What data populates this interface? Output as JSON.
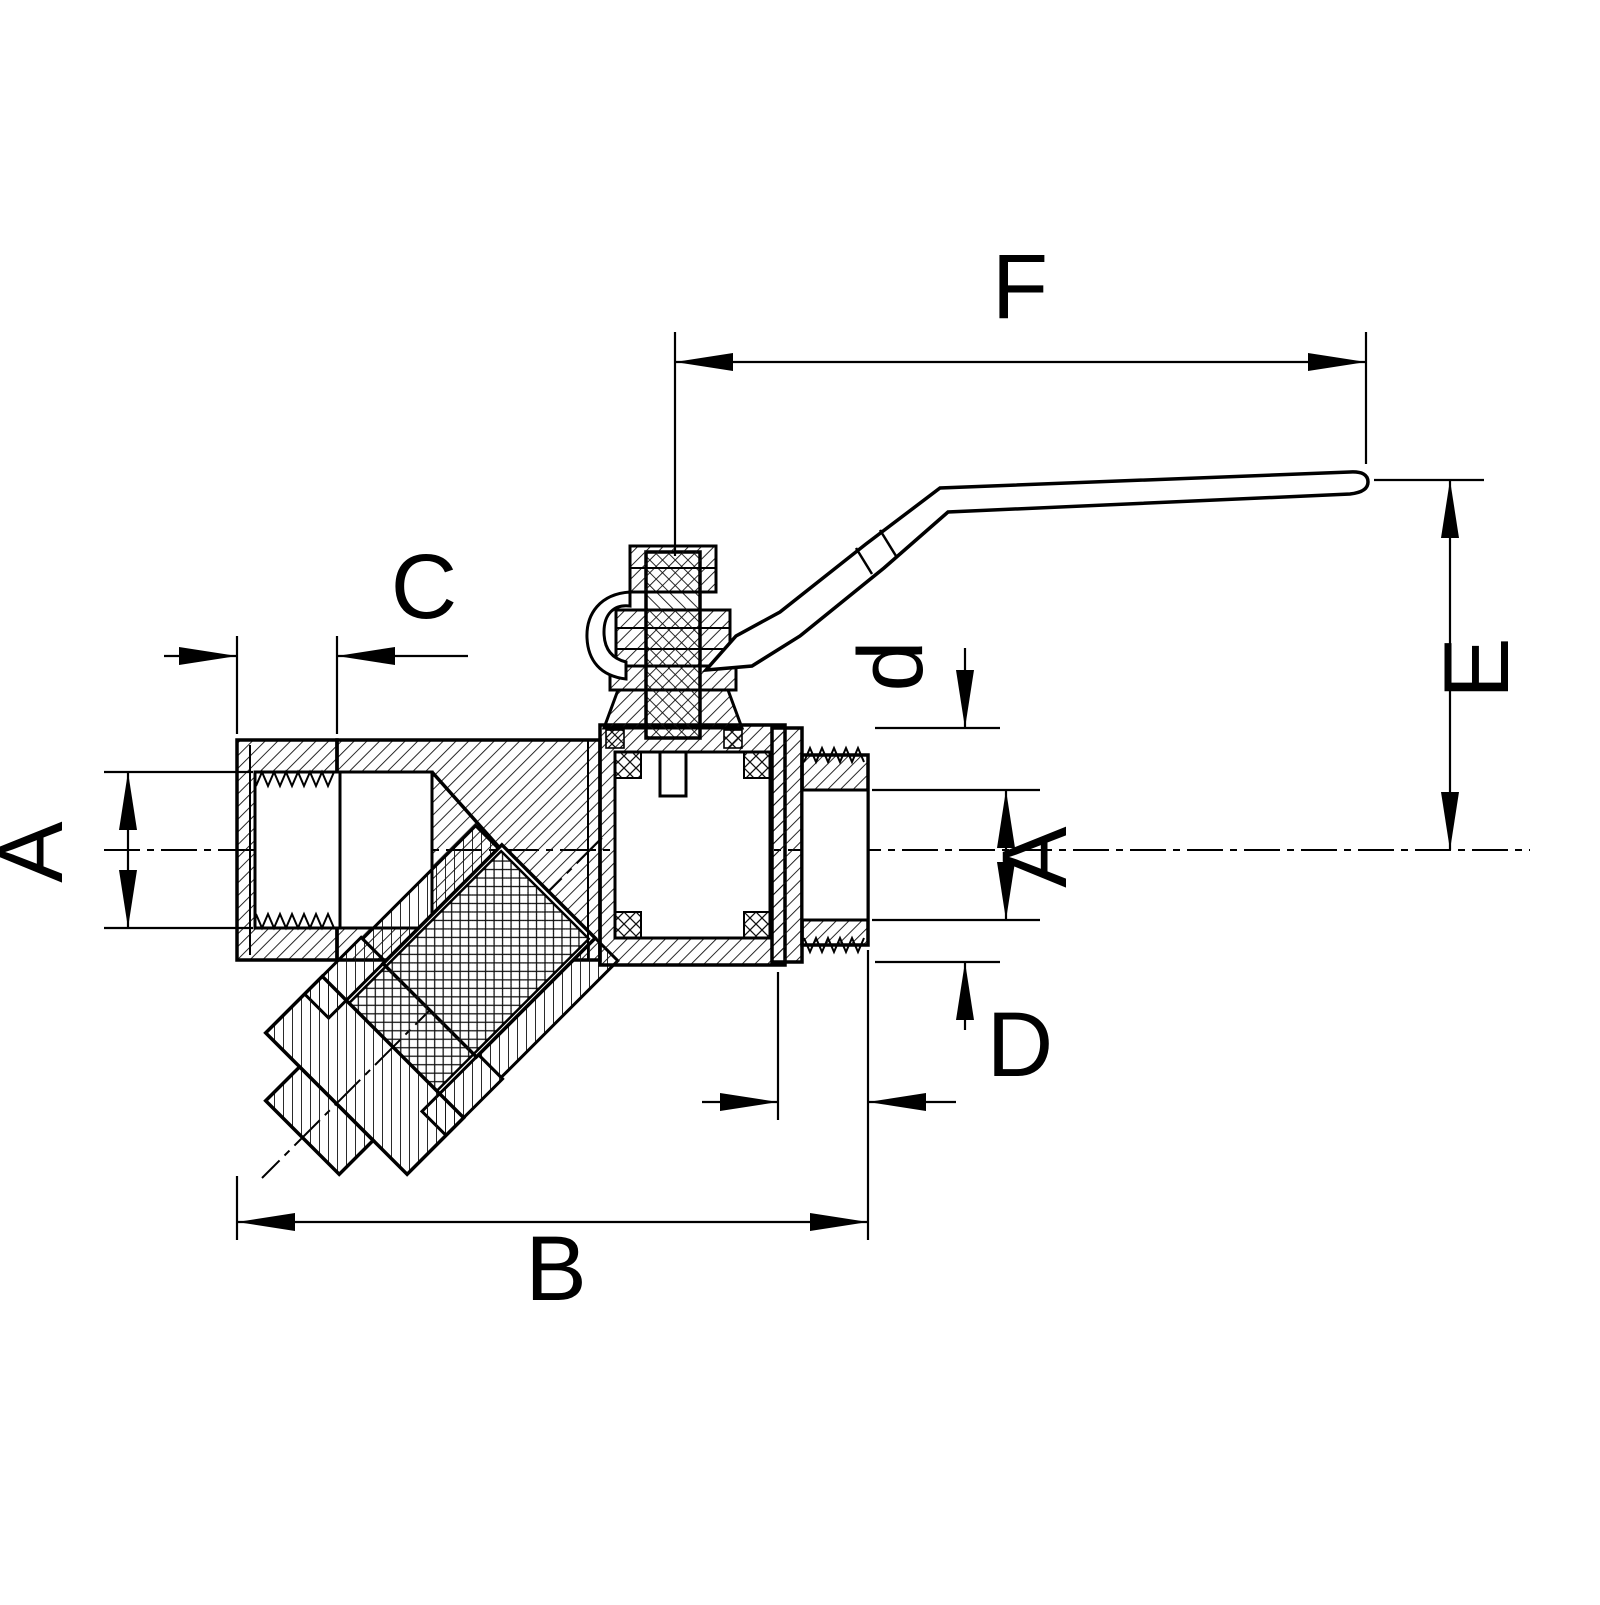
{
  "figure": {
    "kind": "technical-dimension-drawing",
    "subject": "ball-valve-with-y-strainer-cross-section"
  },
  "colors": {
    "background": "#ffffff",
    "line": "#000000"
  },
  "dimensions": {
    "F": "F",
    "E": "E",
    "C": "C",
    "A_left": "A",
    "A_right": "A",
    "d": "d",
    "D": "D",
    "B": "B"
  }
}
